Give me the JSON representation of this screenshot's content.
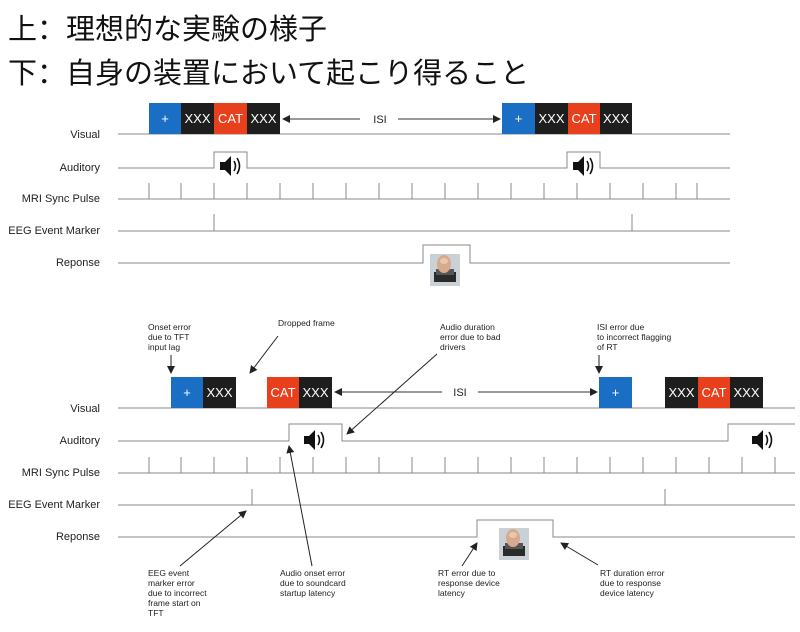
{
  "titles": {
    "line1": "上：理想的な実験の様子",
    "line2": "下：自身の装置において起こり得ること"
  },
  "rows": {
    "visual": "Visual",
    "auditory": "Auditory",
    "mri": "MRI Sync Pulse",
    "eeg": "EEG Event Marker",
    "response": "Reponse"
  },
  "stimulus": {
    "plus": "+",
    "xxx": "XXX",
    "cat": "CAT",
    "isi": "ISI"
  },
  "colors": {
    "plus_box": "#1a6fc4",
    "cat_box": "#e8401c",
    "xxx_box": "#1e1e1e"
  },
  "icons": {
    "speaker": "speaker-icon",
    "button_press": "button-press-icon"
  },
  "annotations": {
    "onset": [
      "Onset error",
      "due to TFT",
      "input lag"
    ],
    "dropped": [
      "Dropped frame"
    ],
    "audio_duration": [
      "Audio duration",
      "error due to bad",
      "drivers"
    ],
    "isi_error": [
      "ISI error due",
      "to incorrect flagging",
      "of RT"
    ],
    "eeg_error": [
      "EEG event",
      "marker error",
      "due to incorrect",
      "frame start on",
      "TFT"
    ],
    "audio_onset": [
      "Audio onset error",
      "due to soundcard",
      "startup latency"
    ],
    "rt_error": [
      "RT error due to",
      "response device",
      "latency"
    ],
    "rt_duration": [
      "RT duration error",
      "due to response",
      "device latency"
    ]
  }
}
